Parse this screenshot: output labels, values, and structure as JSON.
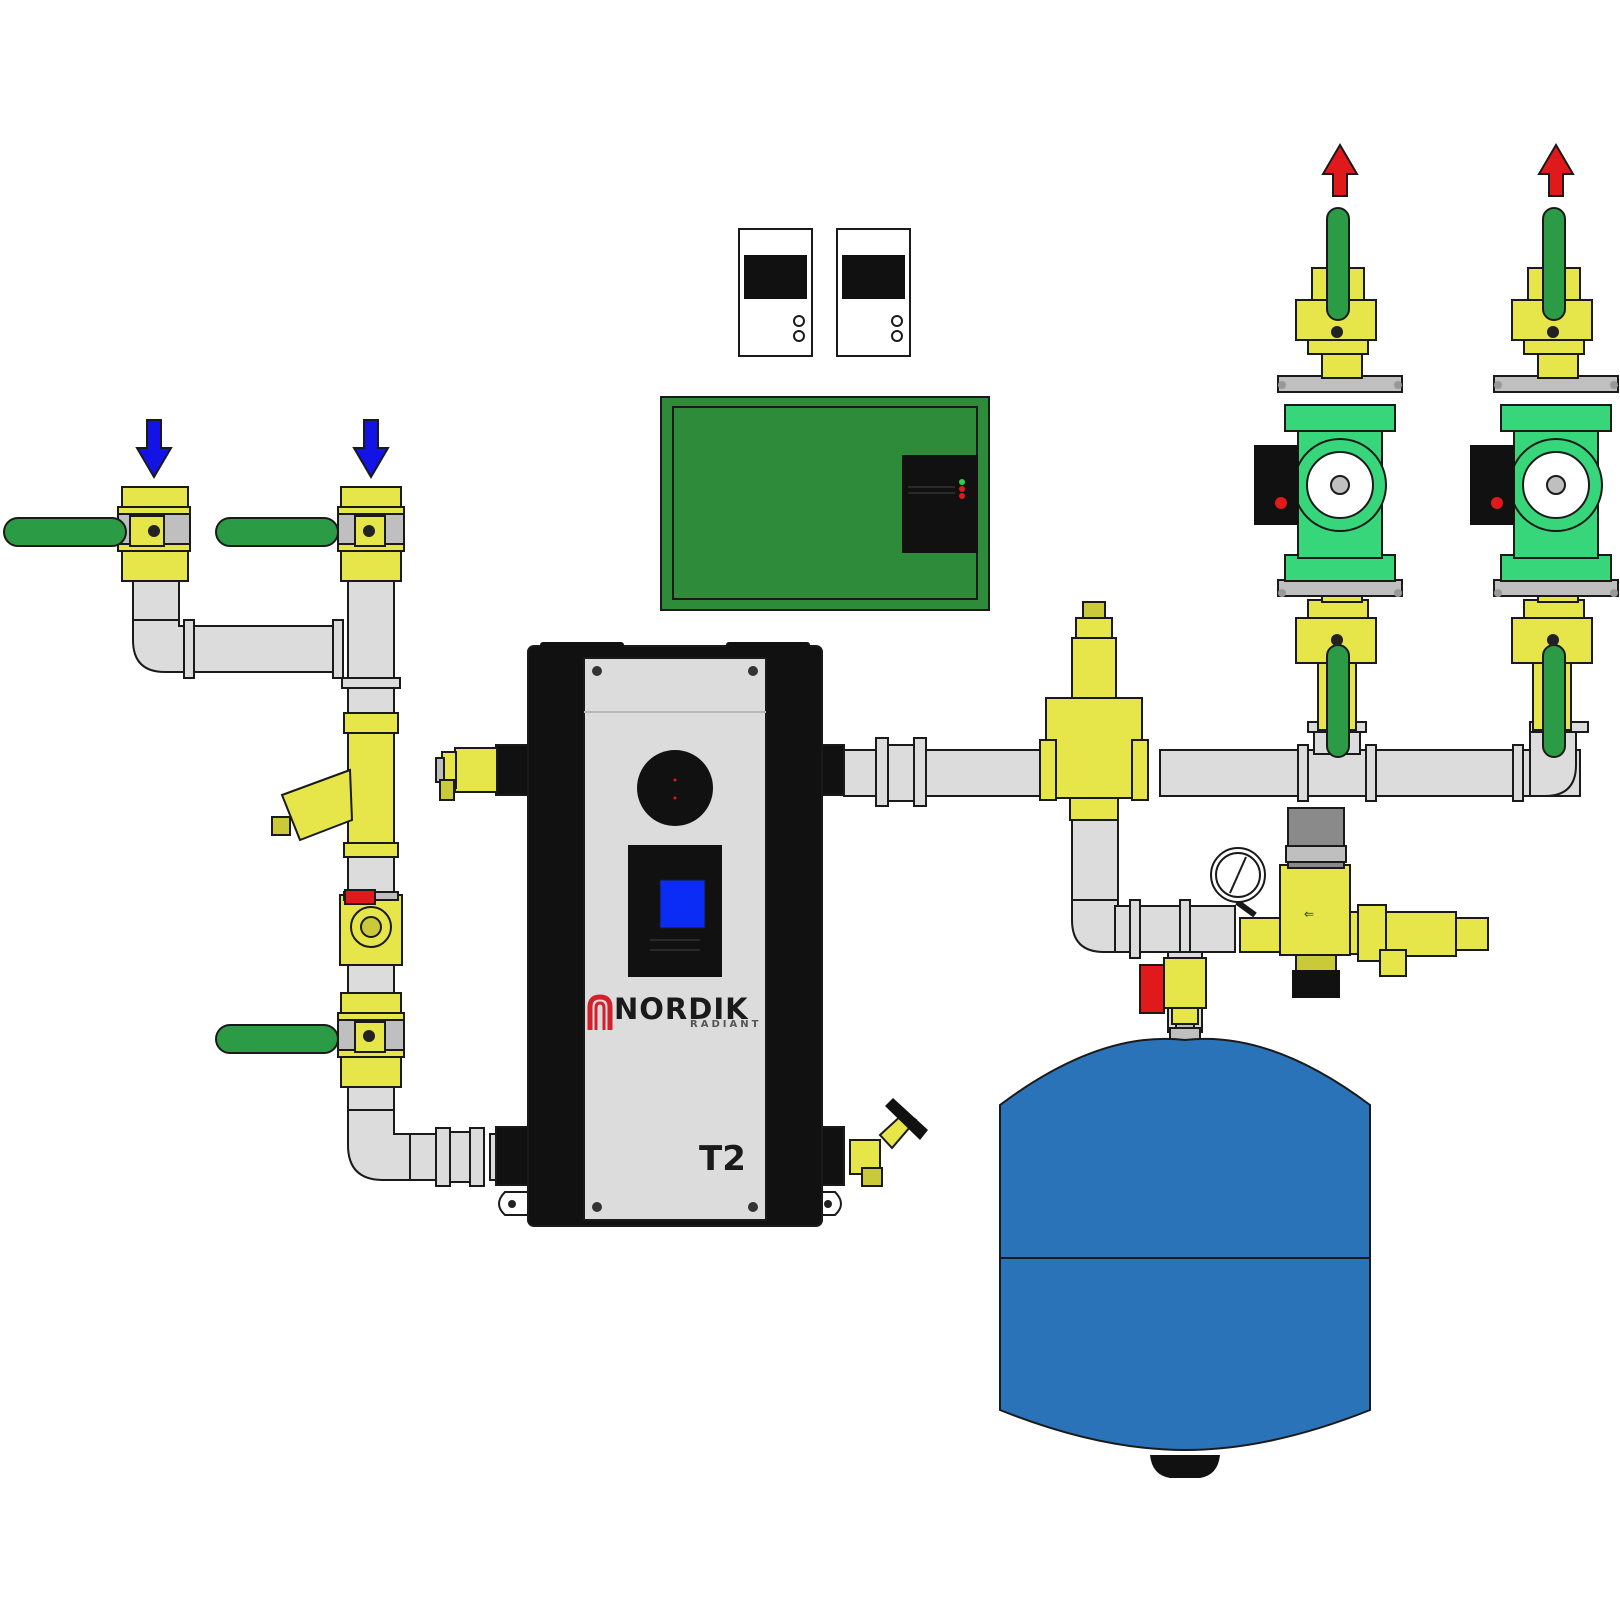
{
  "colors": {
    "pipe": "#dcdcdc",
    "brass": "#e6e64a",
    "handle": "#2b9b46",
    "arrow_in": "#1313e6",
    "arrow_out": "#e01a1a",
    "pump_body": "#37d67a",
    "tank": "#2b73b8",
    "control_box": "#2e8b3a",
    "boiler_shell": "#111111",
    "boiler_panel": "#dcdcdc",
    "screen": "#0a2cf5",
    "logo_red": "#d4202b",
    "outline": "#1a1a1a"
  },
  "boiler": {
    "brand": "NORDIK",
    "brand_sub": "RADIANT",
    "model": "T2"
  }
}
